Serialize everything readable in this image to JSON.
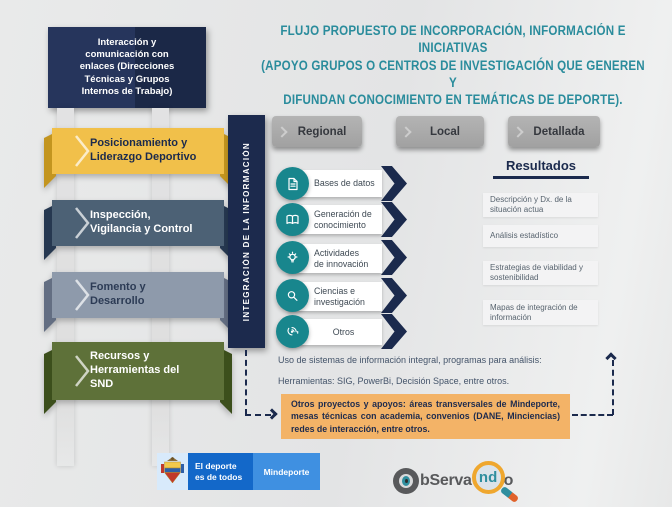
{
  "title": "FLUJO PROPUESTO DE INCORPORACIÓN, INFORMACIÓN E INICIATIVAS\n(APOYO GRUPOS O CENTROS DE INVESTIGACIÓN QUE GENEREN Y\nDIFUNDAN CONOCIMIENTO EN TEMÁTICAS DE DEPORTE).",
  "left_panel": {
    "header": "Interacción y\ncomunicación con\nenlaces (Direcciones\nTécnicas y Grupos\nInternos de Trabajo)",
    "banners": [
      {
        "label": "Posicionamiento y\nLiderazgo Deportivo",
        "color": "#F1C04A"
      },
      {
        "label": "Inspección,\nVigilancia y Control",
        "color": "#4C6175"
      },
      {
        "label": "Fomento y\nDesarrollo",
        "color": "#8E9AAB"
      },
      {
        "label": "Recursos y\nHerramientas del\nSND",
        "color": "#5E7139"
      }
    ]
  },
  "integration_bar": {
    "label": "INTEGRACIÓN DE LA INFORMACIÓN"
  },
  "stages": [
    {
      "label": "Regional"
    },
    {
      "label": "Local"
    },
    {
      "label": "Detallada"
    }
  ],
  "flow_items": [
    {
      "label": "Bases de datos",
      "icon": "document-icon"
    },
    {
      "label": "Generación de\nconocimiento",
      "icon": "open-book-icon"
    },
    {
      "label": "Actividades\nde innovación",
      "icon": "lightbulb-icon"
    },
    {
      "label": "Ciencias e\ninvestigación",
      "icon": "magnifier-icon"
    },
    {
      "label": "Otros",
      "icon": "fingerprint-icon"
    }
  ],
  "results": {
    "heading": "Resultados",
    "boxes": [
      {
        "label": "Descripción y Dx. de la\nsituación actua"
      },
      {
        "label": "Análisis estadístico"
      },
      {
        "label": "Estrategias de viabilidad y\nsostenibilidad"
      },
      {
        "label": "Mapas de integración de\ninformación"
      }
    ]
  },
  "notes": {
    "systems": "Uso de sistemas de información integral, programas para análisis:",
    "tools": "Herramientas: SIG, PowerBi, Decisión Space, entre otros.",
    "highlight": "Otros proyectos y apoyos: áreas transversales de Mindeporte, mesas técnicas con academia, convenios (DANE, Minciencias) redes de interacción, entre otros."
  },
  "footer": {
    "gov_slogan": "El deporte\nes de todos",
    "ministry": "Mindeporte",
    "observando": {
      "o": "O",
      "part1": "bServa",
      "part2": "nd",
      "part3": "o"
    }
  },
  "colors": {
    "navy": "#1B2A4D",
    "teal_title": "#2A8C9C",
    "teal_icon": "#18868D",
    "stage_gray": "#A9A9A9",
    "orange_highlight": "#F3B367",
    "gov_blue_dark": "#1368C9",
    "gov_blue_light": "#3F90E1",
    "magnifier_yellow": "#EFA72E"
  }
}
